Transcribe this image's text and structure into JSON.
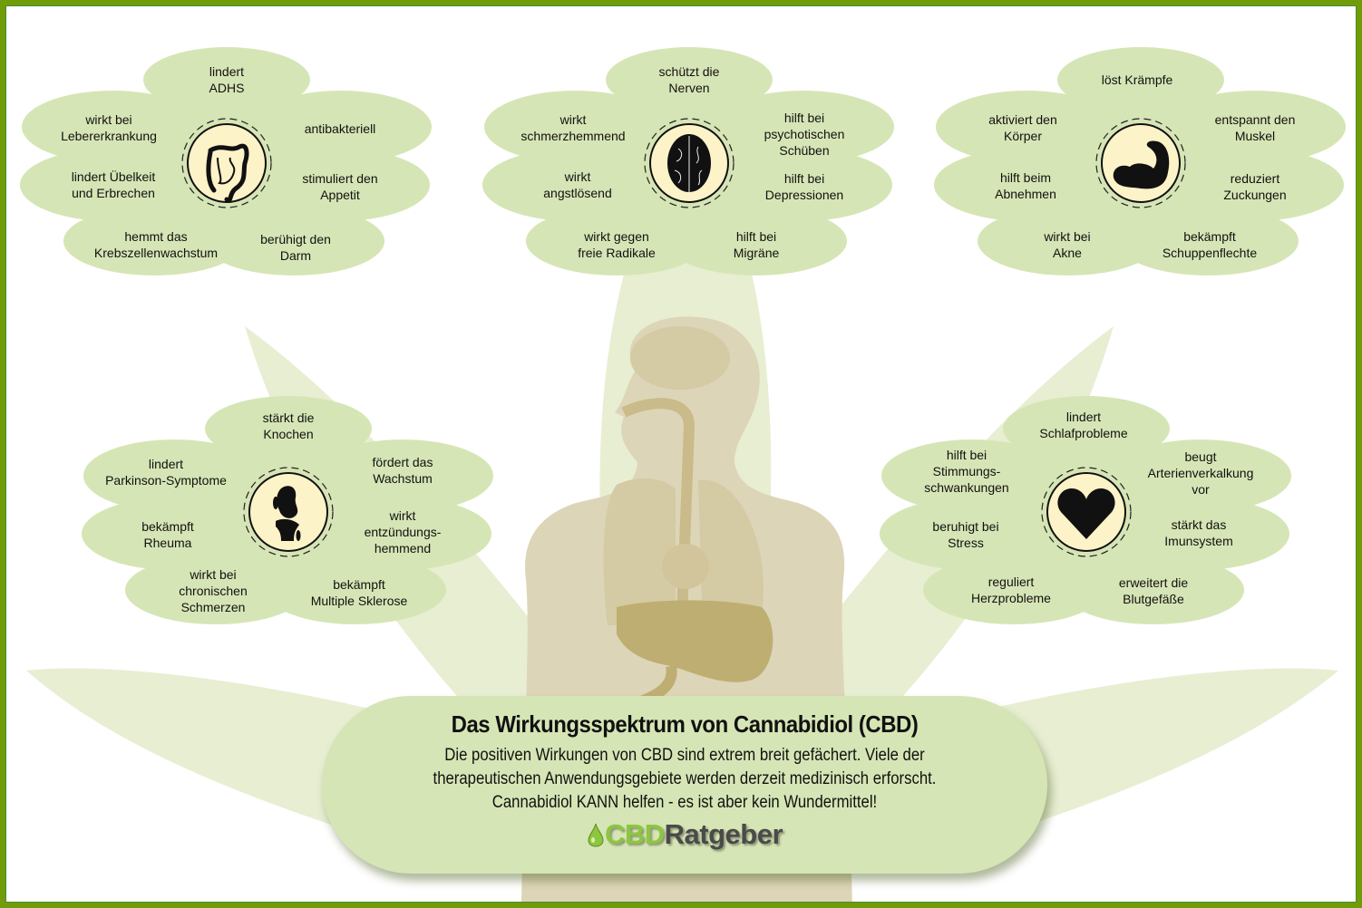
{
  "title": "Das Wirkungsspektrum von Cannabidiol (CBD)",
  "description": "Die positiven Wirkungen von CBD sind extrem breit gefächert. Viele der therapeutischen Anwendungsgebiete werden derzeit medizinisch erforscht. Cannabidiol KANN helfen - es ist aber kein Wundermittel!",
  "logo": {
    "part1": "CBD",
    "part2": "Ratgeber",
    "icon": "oil-drop-icon"
  },
  "colors": {
    "border": "#6f9c08",
    "cloud": "#d6e5b5",
    "leaf": "#e8eed2",
    "body": "#ddd5b8",
    "icon_bg": "#fdf3c8",
    "logo_green": "#8dc63f",
    "logo_gray": "#4a4a4a"
  },
  "clusters": {
    "digestive": {
      "icon": "intestine-icon",
      "items": [
        "lindert\nADHS",
        "antibakteriell",
        "stimuliert den\nAppetit",
        "berühigt den\nDarm",
        "hemmt das\nKrebszellenwachstum",
        "lindert Übelkeit\nund Erbrechen",
        "wirkt bei\nLebererkrankung"
      ]
    },
    "brain": {
      "icon": "brain-icon",
      "items": [
        "schützt die\nNerven",
        "hilft bei\npsychotischen\nSchüben",
        "hilft bei\nDepressionen",
        "hilft bei\nMigräne",
        "wirkt gegen\nfreie Radikale",
        "wirkt\nangstlösend",
        "wirkt\nschmerzhemmend"
      ]
    },
    "muscle": {
      "icon": "flexed-bicep-icon",
      "items": [
        "löst Krämpfe",
        "entspannt den\nMuskel",
        "reduziert\nZuckungen",
        "bekämpft\nSchuppenflechte",
        "wirkt bei\nAkne",
        "hilft beim\nAbnehmen",
        "aktiviert den\nKörper"
      ]
    },
    "bones": {
      "icon": "knee-joint-icon",
      "items": [
        "stärkt die\nKnochen",
        "fördert das\nWachstum",
        "wirkt\nentzündungs-\nhemmend",
        "bekämpft\nMultiple Sklerose",
        "wirkt bei\nchronischen\nSchmerzen",
        "bekämpft\nRheuma",
        "lindert\nParkinson-Symptome"
      ]
    },
    "heart": {
      "icon": "heart-icon",
      "items": [
        "lindert\nSchlafprobleme",
        "beugt\nArterienverkalkung\nvor",
        "stärkt das\nImunsystem",
        "erweitert die\nBlutgefäße",
        "reguliert\nHerzprobleme",
        "beruhigt bei\nStress",
        "hilft bei\nStimmungs-\nschwankungen"
      ]
    }
  }
}
